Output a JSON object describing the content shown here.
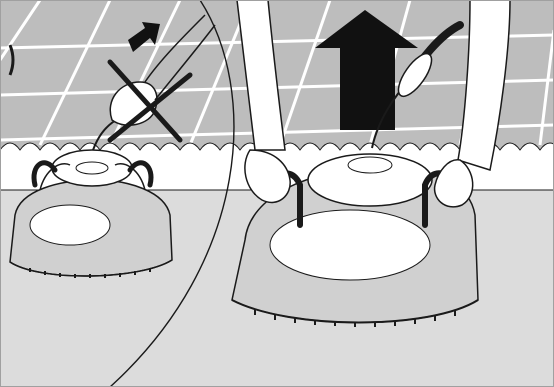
{
  "illustration": {
    "subject": "pool-cleaner-removal-instruction",
    "panels": [
      {
        "name": "incorrect-lift-by-cable",
        "marker": "cross-out"
      },
      {
        "name": "correct-lift-by-handles",
        "marker": "up-arrow"
      }
    ],
    "colors": {
      "pool-wall": "#bdbdbd",
      "tile-lines": "#ffffff",
      "pool-floor": "#dcdcdc",
      "outline": "#1a1a1a",
      "arrow": "#111111",
      "frame-border": "#a0a0a0"
    },
    "icons": [
      "cross-out-icon",
      "up-arrow-icon",
      "small-arrow-icon"
    ]
  }
}
